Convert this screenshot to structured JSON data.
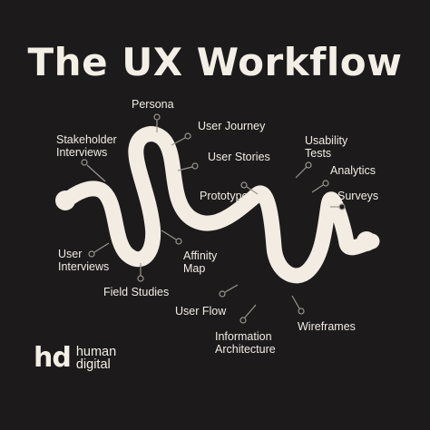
{
  "title": "The UX Workflow",
  "labels": {
    "persona": "Persona",
    "user_journey": "User Journey",
    "stakeholder_1": "Stakeholder",
    "stakeholder_2": "Interviews",
    "user_stories": "User Stories",
    "usability_1": "Usability",
    "usability_2": "Tests",
    "analytics": "Analytics",
    "prototype": "Prototype",
    "surveys": "Surveys",
    "user_interviews_1": "User",
    "user_interviews_2": "Interviews",
    "affinity_1": "Affinity",
    "affinity_2": "Map",
    "field_studies": "Field Studies",
    "user_flow": "User Flow",
    "wireframes": "Wireframes",
    "info_arch_1": "Information",
    "info_arch_2": "Architecture"
  },
  "logo": {
    "mark": "hd",
    "line1": "human",
    "line2": "digital"
  },
  "colors": {
    "background": "#1c1a1b",
    "path": "#f2ece3",
    "connector": "#9c958e"
  }
}
